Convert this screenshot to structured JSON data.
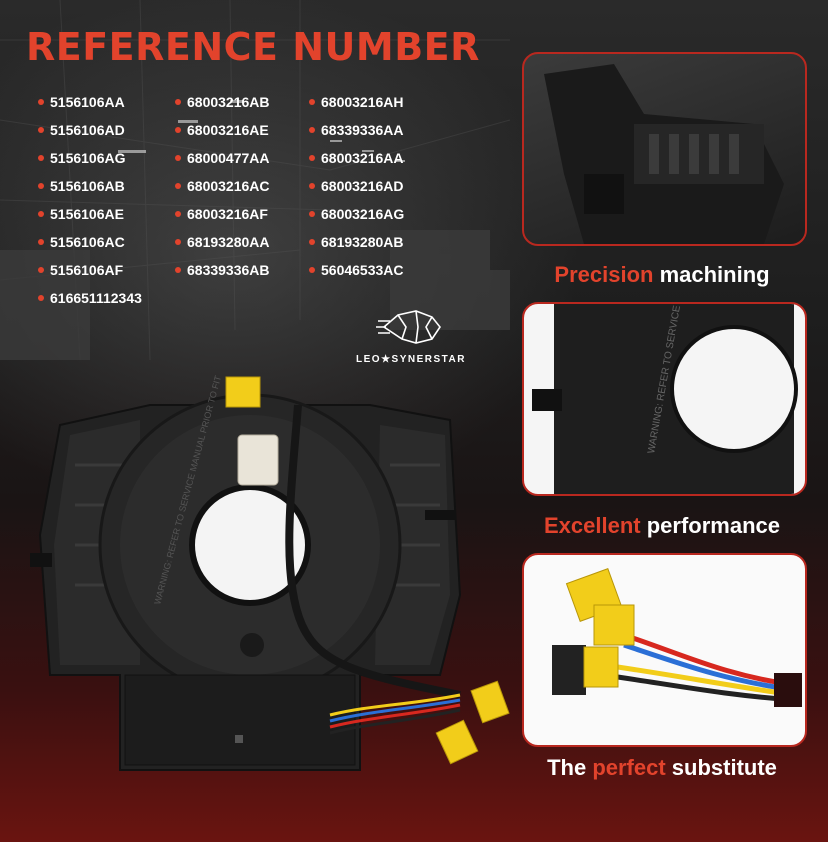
{
  "header": {
    "title": "REFERENCE NUMBER"
  },
  "reference_numbers": {
    "col1": [
      "5156106AA",
      "5156106AD",
      "5156106AG",
      "5156106AB",
      "5156106AE",
      "5156106AC",
      "5156106AF",
      "616651112343"
    ],
    "col2": [
      "68003216AB",
      "68003216AE",
      "68000477AA",
      "68003216AC",
      "68003216AF",
      "68193280AA",
      "68339336AB"
    ],
    "col3": [
      "68003216AH",
      "68339336AA",
      "68003216AA",
      "68003216AD",
      "68003216AG",
      "68193280AB",
      "56046533AC"
    ]
  },
  "logo": {
    "text": "LEO★SYNERSTAR"
  },
  "features": [
    {
      "highlight": "Precision",
      "rest": " machining"
    },
    {
      "highlight": "Excellent",
      "rest": " performance"
    },
    {
      "pre": "The ",
      "highlight": "perfect",
      "rest": " substitute"
    }
  ],
  "colors": {
    "accent": "#e2432c",
    "panel_border": "#b9281f",
    "connector_yellow": "#f2cd1a"
  }
}
